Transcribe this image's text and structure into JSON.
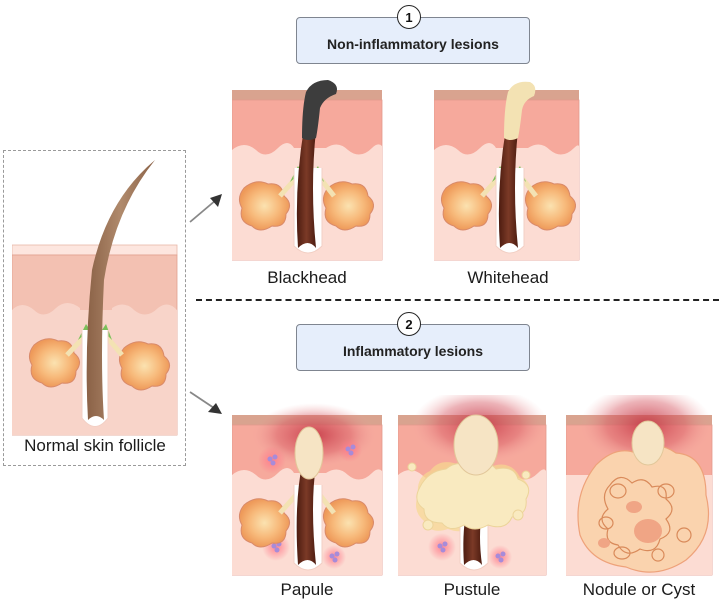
{
  "diagram": {
    "normal": {
      "label": "Normal skin follicle"
    },
    "sections": [
      {
        "number": "1",
        "title": "Non-inflammatory lesions",
        "lesions": [
          {
            "label": "Blackhead"
          },
          {
            "label": "Whitehead"
          }
        ]
      },
      {
        "number": "2",
        "title": "Inflammatory lesions",
        "lesions": [
          {
            "label": "Papule"
          },
          {
            "label": "Pustule"
          },
          {
            "label": "Nodule or Cyst"
          }
        ]
      }
    ],
    "colors": {
      "epidermis": "#f6a99c",
      "dermis": "#fbd9d0",
      "stratum": "#d9a38f",
      "hair_normal": "#9b7257",
      "hair_dark": "#5a2414",
      "blackhead_plug": "#3d3d3d",
      "whitehead_plug": "#f3e2b3",
      "sebaceous": "#f7b06a",
      "inflammation": "#c94050",
      "box_fill": "#e6eefb"
    }
  }
}
